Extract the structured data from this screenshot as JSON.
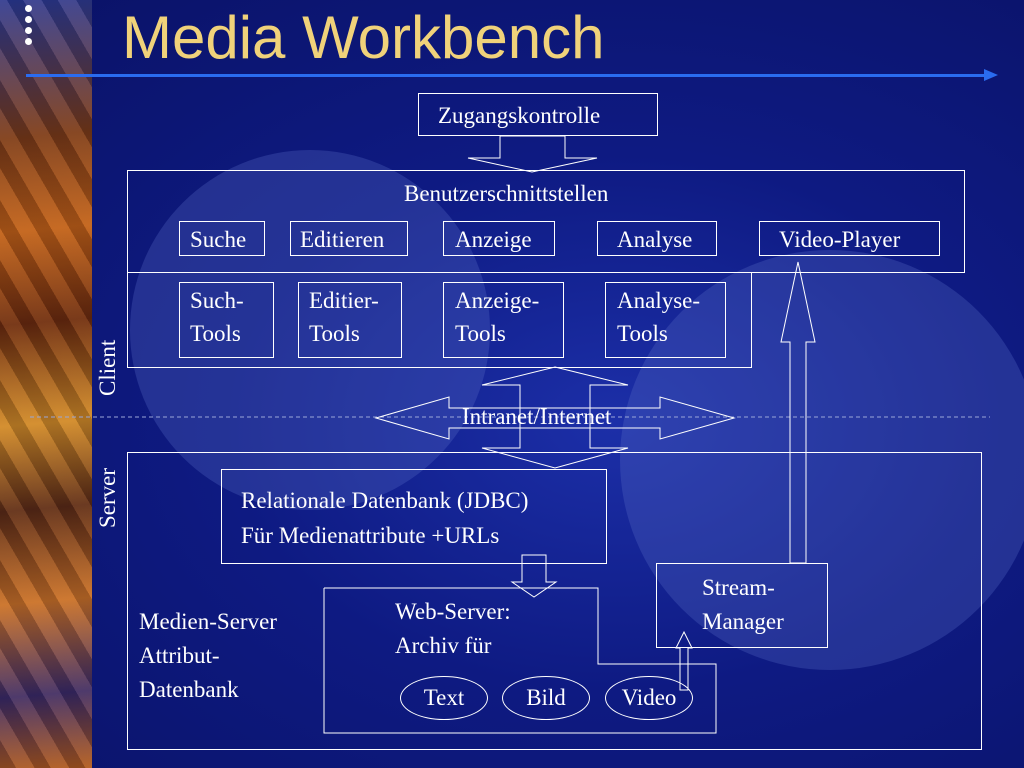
{
  "slide": {
    "title": "Media Workbench"
  },
  "diagram": {
    "access_control": "Zugangskontrolle",
    "ui_interfaces": "Benutzerschnittstellen",
    "ui_items": [
      "Suche",
      "Editieren",
      "Anzeige",
      "Analyse",
      "Video-Player"
    ],
    "tools": [
      {
        "line1": "Such-",
        "line2": "Tools"
      },
      {
        "line1": "Editier-",
        "line2": "Tools"
      },
      {
        "line1": "Anzeige-",
        "line2": "Tools"
      },
      {
        "line1": "Analyse-",
        "line2": "Tools"
      }
    ],
    "network": "Intranet/Internet",
    "client_label": "Client",
    "server_label": "Server",
    "database": {
      "line1": "Relationale Datenbank (JDBC)",
      "line2": "Für Medienattribute +URLs"
    },
    "web_server": {
      "line1": "Web-Server:",
      "line2": "Archiv für"
    },
    "media_types": [
      "Text",
      "Bild",
      "Video"
    ],
    "stream_manager": {
      "line1": "Stream-",
      "line2": "Manager"
    },
    "media_server": {
      "line1": "Medien-Server",
      "line2": "Attribut-",
      "line3": "Datenbank"
    }
  }
}
